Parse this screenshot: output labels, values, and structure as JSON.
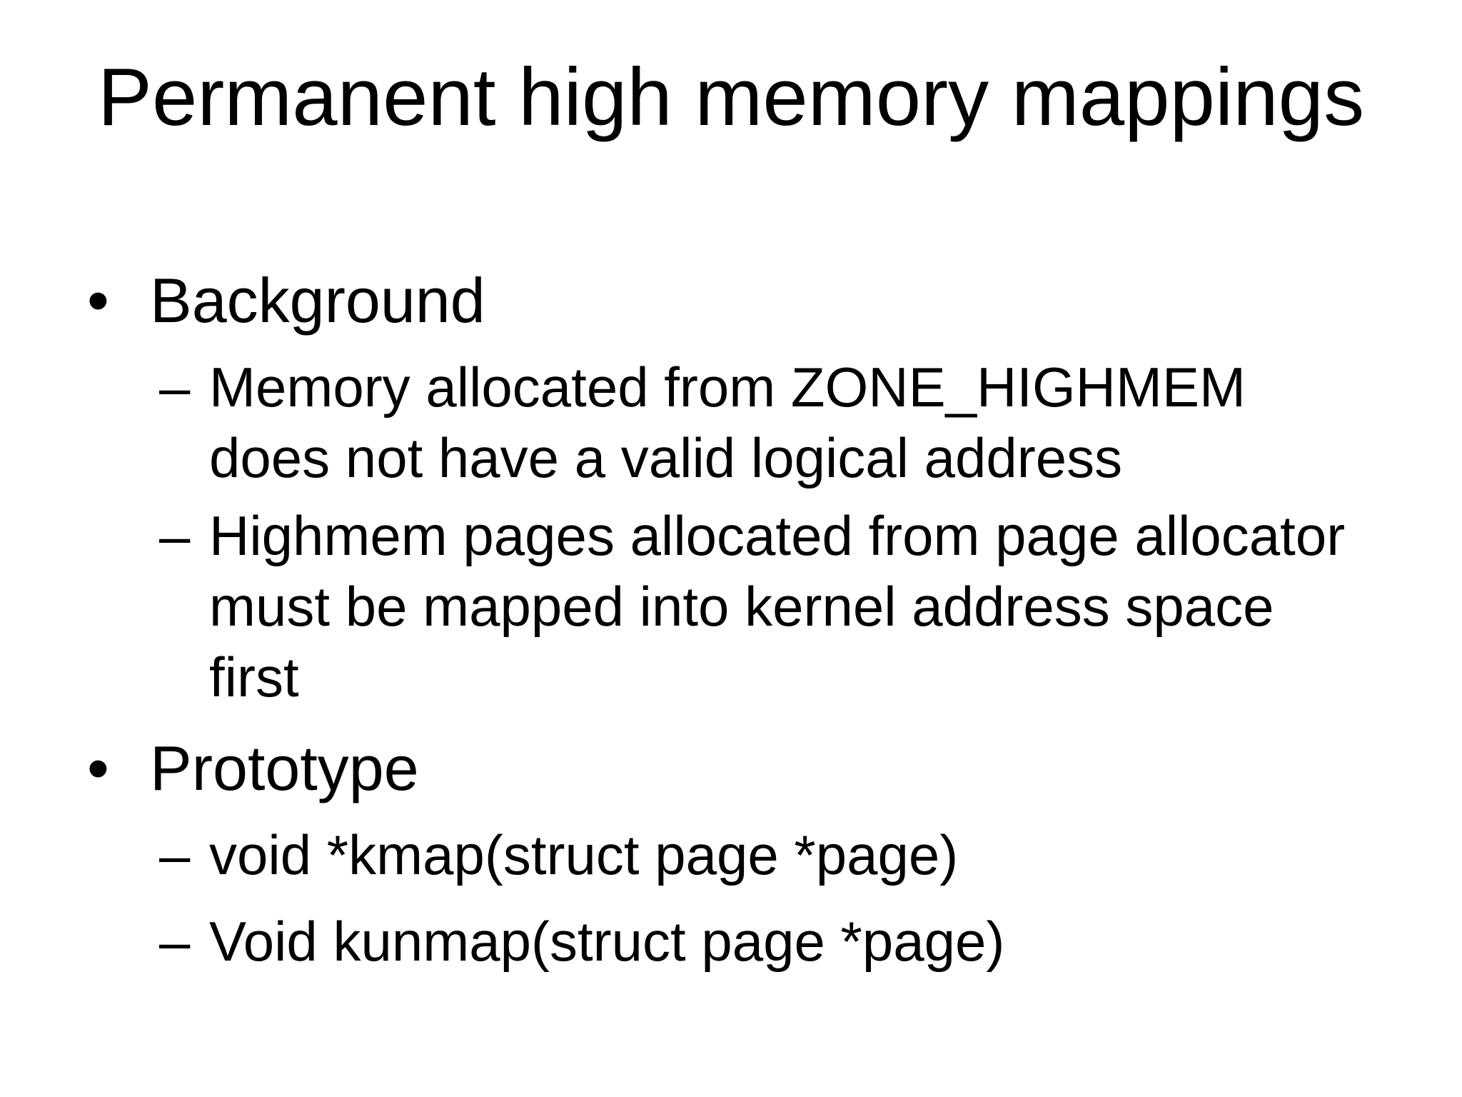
{
  "slide": {
    "title": "Permanent high memory mappings",
    "glyphs": {
      "bullet_level1": "•",
      "bullet_level2": "–"
    },
    "colors": {
      "background": "#ffffff",
      "text": "#000000"
    },
    "bullets": [
      {
        "label": "Background",
        "sub": [
          "Memory allocated from ZONE_HIGHMEM does not have a valid logical address",
          "Highmem pages allocated from page allocator must be mapped into kernel address space first"
        ]
      },
      {
        "label": "Prototype",
        "sub": [
          "void *kmap(struct page *page)",
          "Void kunmap(struct page *page)"
        ]
      }
    ]
  }
}
